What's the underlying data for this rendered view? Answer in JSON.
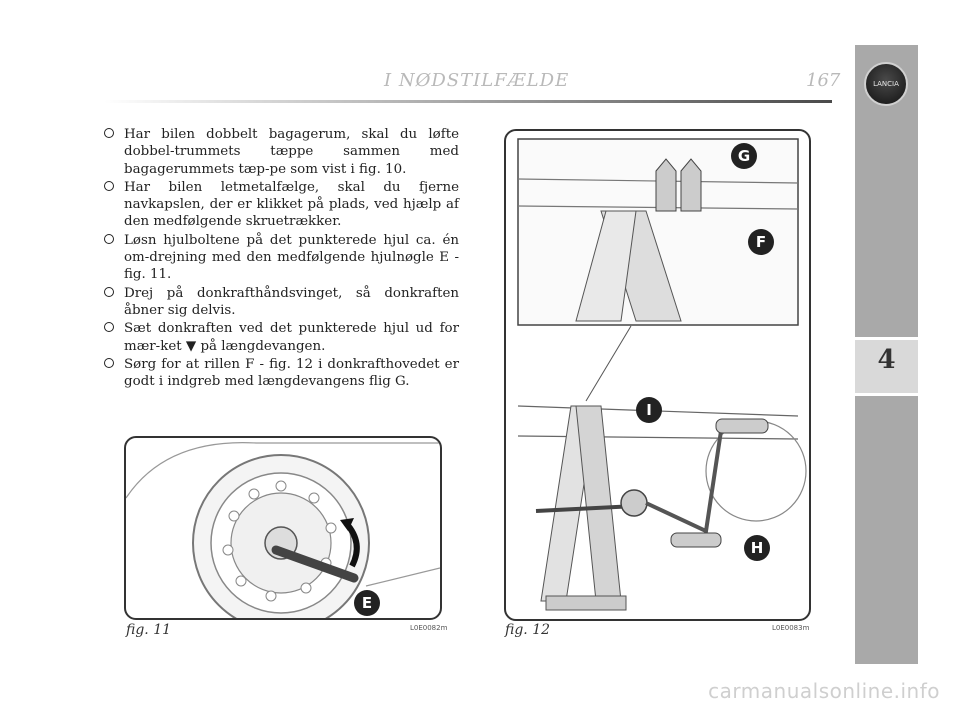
{
  "header": {
    "title": "I NØDSTILFÆLDE",
    "page_number": "167"
  },
  "side_tab": {
    "chapter": "4",
    "logo_text": "LANCIA"
  },
  "bullets": [
    "Har bilen dobbelt bagagerum, skal du løfte dobbel-trummets tæppe sammen med bagagerummets tæp-pe som vist i fig. 10.",
    "Har bilen letmetalfælge, skal du fjerne navkapslen, der er klikket på plads, ved hjælp af den medfølgende skruetrækker.",
    "Løsn hjulboltene på det punkterede hjul ca. én om-drejning med den medfølgende hjulnøgle E - fig. 11.",
    "Drej på donkrafthåndsvinget, så donkraften åbner sig delvis.",
    "Sæt donkraften ved det punkterede hjul ud for mær-ket ▼ på længdevangen.",
    "Sørg for at rillen F - fig. 12 i donkrafthovedet er godt i indgreb med længdevangens flig G."
  ],
  "figures": {
    "fig11": {
      "caption": "fig. 11",
      "code": "L0E0082m",
      "callouts": [
        "E"
      ]
    },
    "fig12": {
      "caption": "fig. 12",
      "code": "L0E0083m",
      "callouts": [
        "G",
        "F",
        "I",
        "H"
      ]
    }
  },
  "watermark": "carmanualsonline.info"
}
